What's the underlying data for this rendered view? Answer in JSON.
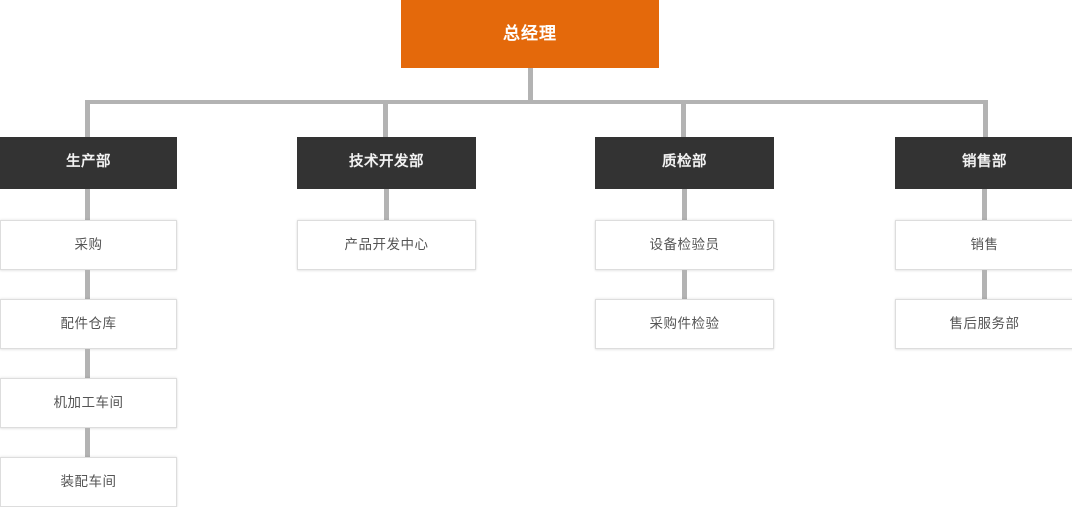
{
  "chart": {
    "type": "org-chart",
    "title": "",
    "colors": {
      "root_bg": "#e4690b",
      "root_text": "#ffffff",
      "dept_bg": "#333333",
      "dept_text": "#f2f2f2",
      "unit_bg": "#ffffff",
      "unit_text": "#555555",
      "unit_border": "#dddddd",
      "connector": "#b3b3b3",
      "page_bg": "#ffffff"
    },
    "root": {
      "label": "总经理"
    },
    "departments": [
      {
        "label": "生产部",
        "units": [
          {
            "label": "采购"
          },
          {
            "label": "配件仓库"
          },
          {
            "label": "机加工车间"
          },
          {
            "label": "装配车间"
          }
        ]
      },
      {
        "label": "技术开发部",
        "units": [
          {
            "label": "产品开发中心"
          }
        ]
      },
      {
        "label": "质检部",
        "units": [
          {
            "label": "设备检验员"
          },
          {
            "label": "采购件检验"
          }
        ]
      },
      {
        "label": "销售部",
        "units": [
          {
            "label": "销售"
          },
          {
            "label": "售后服务部"
          }
        ]
      }
    ]
  }
}
